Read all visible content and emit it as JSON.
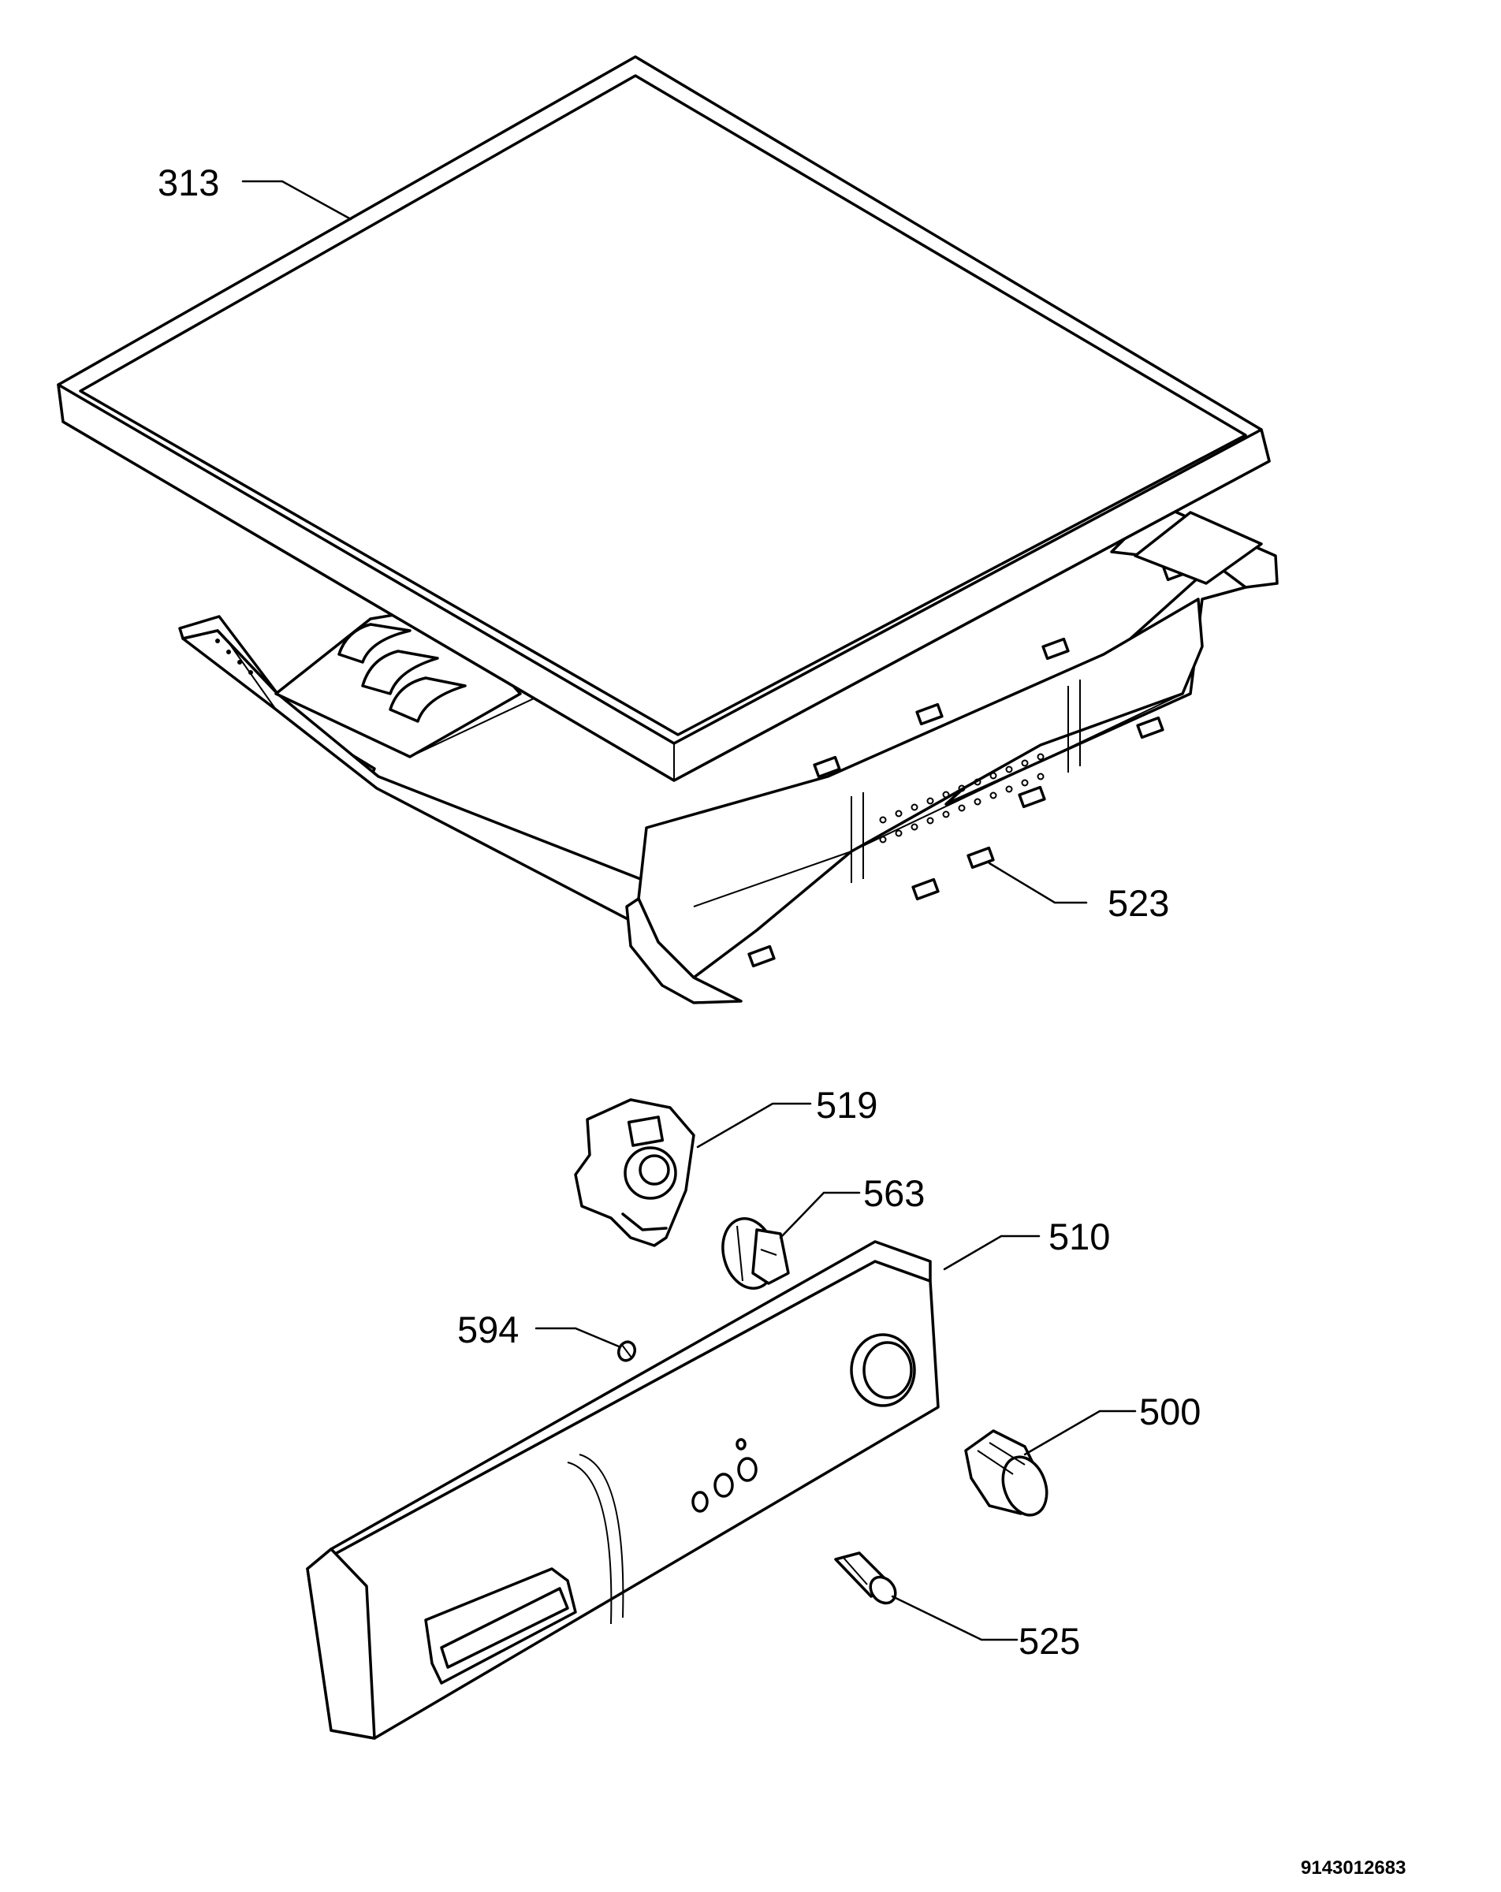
{
  "diagram": {
    "colors": {
      "line": "#000000",
      "background": "#ffffff"
    },
    "callouts": [
      {
        "id": "313",
        "label": "313"
      },
      {
        "id": "523",
        "label": "523"
      },
      {
        "id": "519",
        "label": "519"
      },
      {
        "id": "563",
        "label": "563"
      },
      {
        "id": "510",
        "label": "510"
      },
      {
        "id": "594",
        "label": "594"
      },
      {
        "id": "500",
        "label": "500"
      },
      {
        "id": "525",
        "label": "525"
      }
    ],
    "document_number": "9143012683"
  }
}
